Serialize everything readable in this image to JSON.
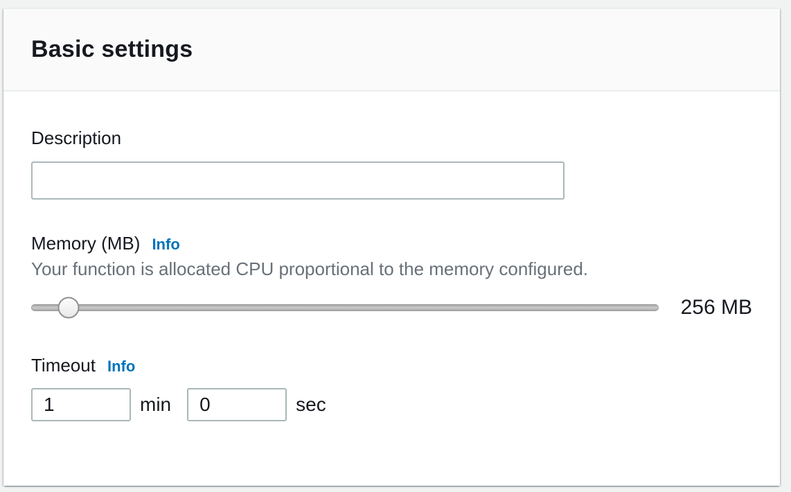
{
  "panel": {
    "title": "Basic settings"
  },
  "form": {
    "description": {
      "label": "Description",
      "value": ""
    },
    "memory": {
      "label": "Memory (MB)",
      "info": "Info",
      "helper": "Your function is allocated CPU proportional to the memory configured.",
      "display_value": "256 MB",
      "slider_percent": 6
    },
    "timeout": {
      "label": "Timeout",
      "info": "Info",
      "minutes": {
        "value": "1",
        "unit": "min"
      },
      "seconds": {
        "value": "0",
        "unit": "sec"
      }
    }
  },
  "colors": {
    "info_link": "#0073bb",
    "header_bg": "#fafafa",
    "label_text": "#16191f",
    "helper_text": "#687078",
    "input_border": "#aab7b8",
    "page_bg": "#f1f2f2"
  }
}
